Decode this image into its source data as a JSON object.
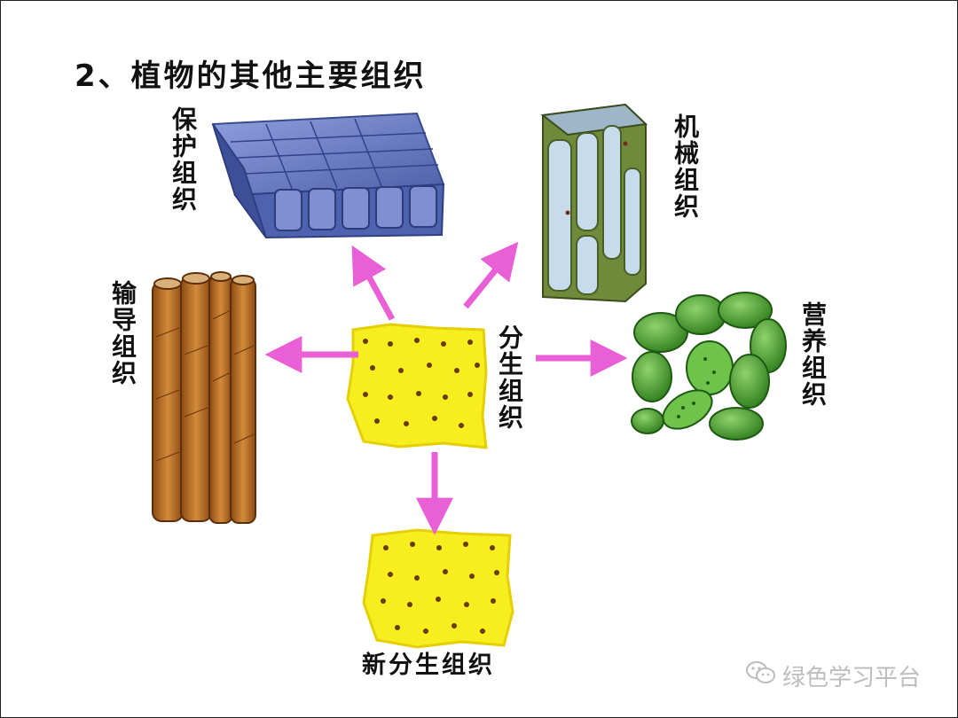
{
  "title": "2、植物的其他主要组织",
  "labels": {
    "protective": "保护组织",
    "mechanical": "机械组织",
    "conductive": "输导组织",
    "nutritive": "营养组织",
    "meristem": "分生组织",
    "new_meristem": "新分生组织"
  },
  "watermark": "绿色学习平台",
  "colors": {
    "arrow": "#e85fd6",
    "meristem_yellow": "#f7ee20",
    "protective_blue": "#5b6fb8",
    "mechanical_green": "#6f8a3a",
    "conductive_brown": "#b5651d",
    "nutritive_green": "#3f9a2a"
  }
}
